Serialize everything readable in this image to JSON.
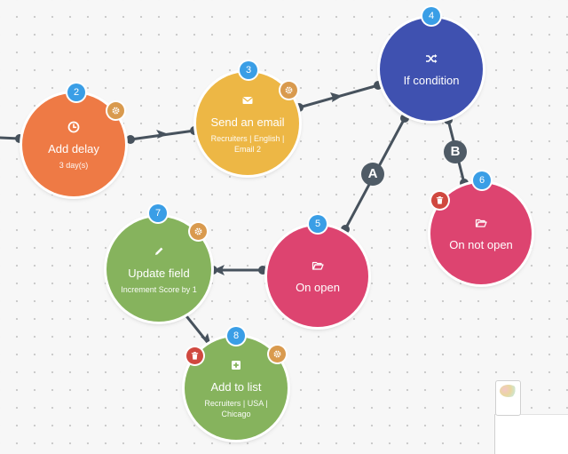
{
  "colors": {
    "orange": "#ee7a45",
    "yellow": "#edb745",
    "blue": "#3f51b0",
    "pink": "#dd4470",
    "green": "#86b35d",
    "edge": "#47525d",
    "badge": "#3a9ee6",
    "gear": "#d99a4e",
    "trash": "#d0483f"
  },
  "nodes": {
    "add_delay": {
      "number": "2",
      "icon": "clock-icon",
      "title": "Add delay",
      "subtitle": "3 day(s)"
    },
    "send_email": {
      "number": "3",
      "icon": "envelope-icon",
      "title": "Send an email",
      "subtitle": "Recruiters | English | Email 2"
    },
    "if_condition": {
      "number": "4",
      "icon": "shuffle-icon",
      "title": "If condition",
      "subtitle": ""
    },
    "on_open": {
      "number": "5",
      "icon": "folder-open-icon",
      "title": "On open",
      "subtitle": ""
    },
    "on_not_open": {
      "number": "6",
      "icon": "folder-open-icon",
      "title": "On not open",
      "subtitle": ""
    },
    "update_field": {
      "number": "7",
      "icon": "pencil-icon",
      "title": "Update field",
      "subtitle": "Increment Score by 1"
    },
    "add_to_list": {
      "number": "8",
      "icon": "plus-square-icon",
      "title": "Add to list",
      "subtitle": "Recruiters | USA | Chicago"
    }
  },
  "branches": {
    "a": "A",
    "b": "B"
  }
}
